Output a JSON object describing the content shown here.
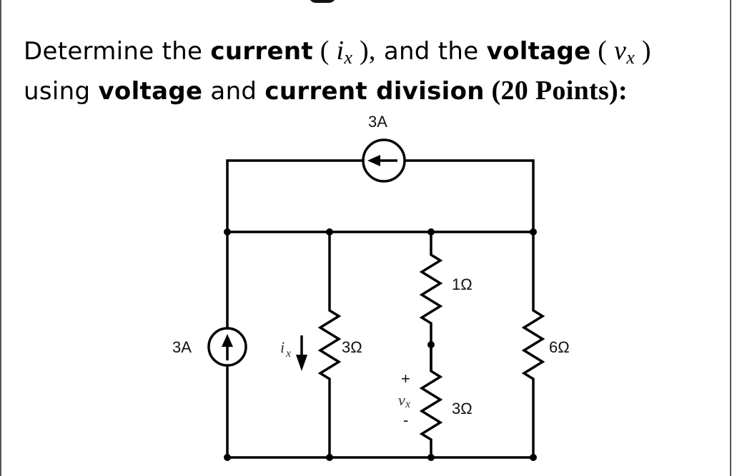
{
  "problem": {
    "line1": {
      "prefix": "Determine the ",
      "bold1": "current",
      "paren_open1": " ( ",
      "var1": "i",
      "var1_sub": "x",
      "paren_close1": " ),",
      "middle": " and the ",
      "bold2": "voltage",
      "paren_open2": " ( ",
      "var2": "v",
      "var2_sub": "x",
      "paren_close2": " )"
    },
    "line2": {
      "prefix": "using ",
      "bold1": "voltage",
      "middle": " and ",
      "bold2": "current division",
      "points": " (20 Points):"
    }
  },
  "circuit": {
    "top_source_label": "3A",
    "top_source_direction": "left",
    "left_source_label": "3A",
    "left_source_direction": "up",
    "ix_label": "i",
    "ix_sub": "x",
    "ix_direction": "down",
    "r_branch2": "3Ω",
    "r_branch3_top": "1Ω",
    "r_branch3_bottom": "3Ω",
    "r_branch4": "6Ω",
    "vx_plus": "+",
    "vx_label": "v",
    "vx_sub": "x",
    "vx_minus": "-"
  }
}
